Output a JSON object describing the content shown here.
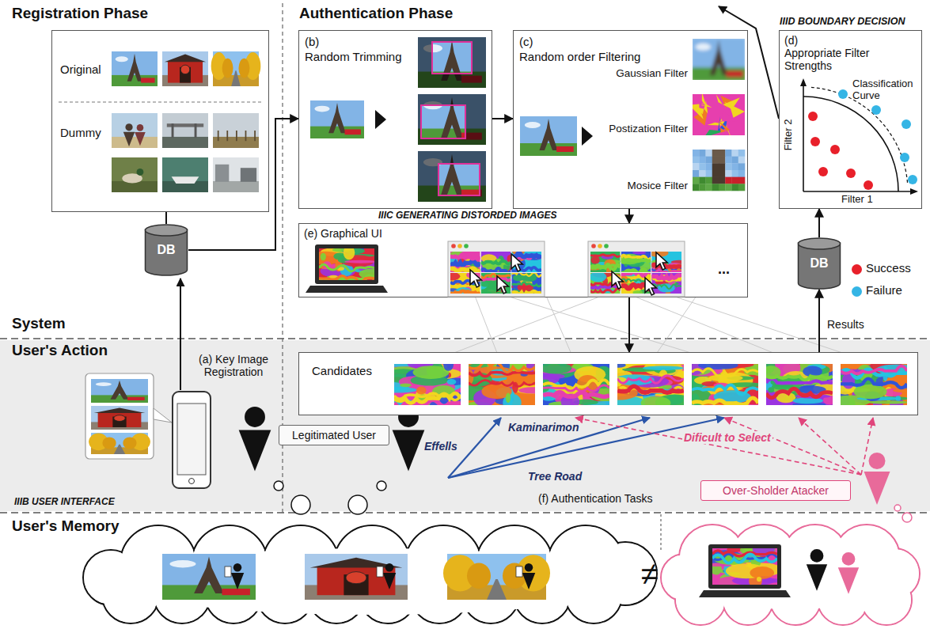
{
  "diagram": {
    "nodes": [
      {
        "text": [
          "Original",
          "Dummy"
        ]
      },
      {
        "text": [
          "DB"
        ]
      },
      {
        "text": [
          "(b)",
          "Random Trimming"
        ]
      },
      {
        "text": [
          "(c)",
          "Random order Filtering",
          "Gaussian Filter",
          "Postization Filter",
          "Mosice Filter"
        ]
      },
      {
        "text": [
          "IIID BOUNDARY DECISION",
          "(d)",
          "Appropriate Filter Strengths",
          "Classification Curve",
          "Filter 2",
          "Filter 1"
        ]
      },
      {
        "text": [
          "(e) Graphical UI"
        ]
      },
      {
        "text": [
          "DB"
        ]
      },
      {
        "text": [
          "Candidates"
        ]
      },
      {
        "text": [
          "Legitimated User"
        ]
      },
      {
        "text": [
          "Over-Sholder Atacker"
        ]
      }
    ],
    "edges": [
      {
        "from": 0,
        "to": 1,
        "arrow": "none"
      },
      {
        "from": 1,
        "to": 2,
        "arrow": "to"
      },
      {
        "from": 2,
        "to": 3,
        "arrow": "to"
      },
      {
        "from": 3,
        "to": 5,
        "arrow": "to"
      },
      {
        "from": 5,
        "to": 7,
        "arrow": "to"
      },
      {
        "from": 7,
        "to": 6,
        "label": "Results",
        "arrow": "to"
      },
      {
        "from": 6,
        "to": 4,
        "arrow": "to"
      }
    ],
    "labels": [
      "Registration Phase",
      "Authentication Phase",
      "IIIC GENERATING DISTORDED IMAGES",
      "System",
      "User's Action",
      "(a) Key Image Registration",
      "IIIB USER INTERFACE",
      "Effells",
      "Kaminarimon",
      "Tree Road",
      "Dificult to Select",
      "(f) Authentication Tasks",
      "User's Memory",
      "≠",
      "..."
    ],
    "legend": [
      {
        "text": "Success",
        "color": "#e8202a"
      },
      {
        "text": "Failure",
        "color": "#35b5e5"
      }
    ]
  }
}
